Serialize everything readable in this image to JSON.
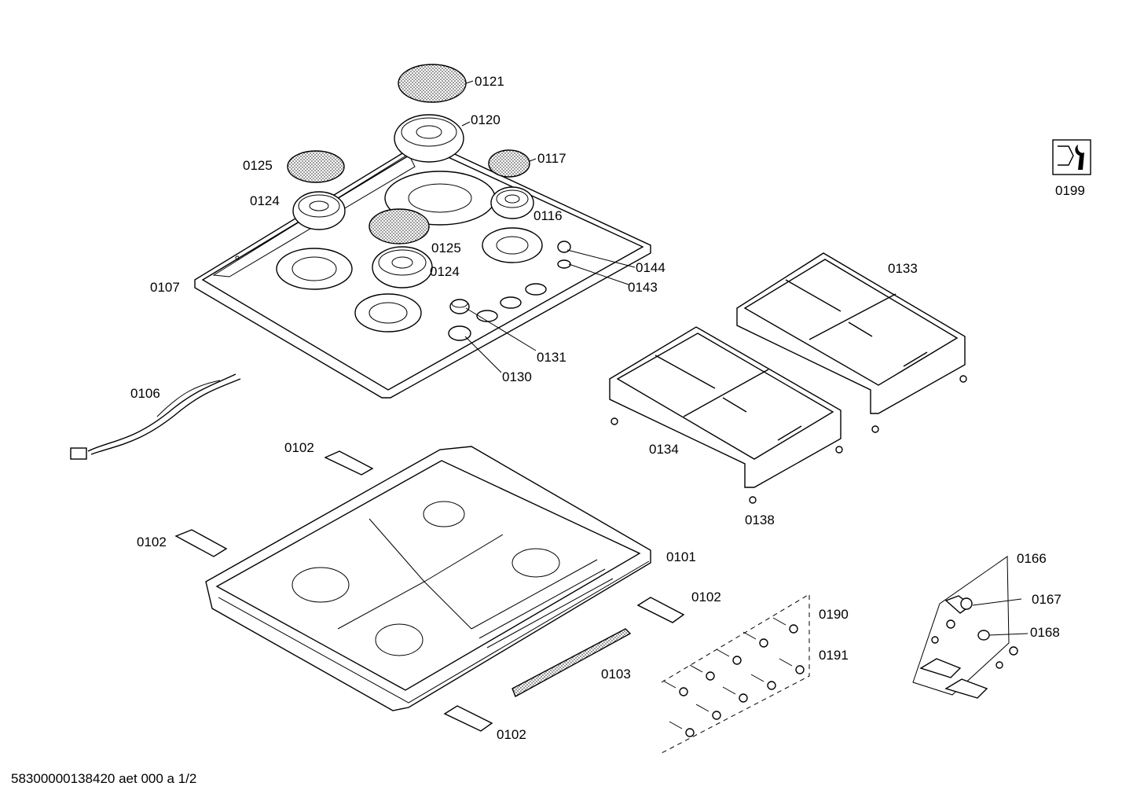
{
  "parts": [
    {
      "id": "label-0121",
      "text": "0121"
    },
    {
      "id": "label-0120",
      "text": "0120"
    },
    {
      "id": "label-0125a",
      "text": "0125"
    },
    {
      "id": "label-0117",
      "text": "0117"
    },
    {
      "id": "label-0124a",
      "text": "0124"
    },
    {
      "id": "label-0116",
      "text": "0116"
    },
    {
      "id": "label-0125b",
      "text": "0125"
    },
    {
      "id": "label-0144",
      "text": "0144"
    },
    {
      "id": "label-0124b",
      "text": "0124"
    },
    {
      "id": "label-0143",
      "text": "0143"
    },
    {
      "id": "label-0107",
      "text": "0107"
    },
    {
      "id": "label-0131",
      "text": "0131"
    },
    {
      "id": "label-0130",
      "text": "0130"
    },
    {
      "id": "label-0133",
      "text": "0133"
    },
    {
      "id": "label-0134",
      "text": "0134"
    },
    {
      "id": "label-0138",
      "text": "0138"
    },
    {
      "id": "label-0106",
      "text": "0106"
    },
    {
      "id": "label-0102a",
      "text": "0102"
    },
    {
      "id": "label-0102b",
      "text": "0102"
    },
    {
      "id": "label-0101",
      "text": "0101"
    },
    {
      "id": "label-0102c",
      "text": "0102"
    },
    {
      "id": "label-0103",
      "text": "0103"
    },
    {
      "id": "label-0102d",
      "text": "0102"
    },
    {
      "id": "label-0190",
      "text": "0190"
    },
    {
      "id": "label-0191",
      "text": "0191"
    },
    {
      "id": "label-0166",
      "text": "0166"
    },
    {
      "id": "label-0167",
      "text": "0167"
    },
    {
      "id": "label-0168",
      "text": "0168"
    },
    {
      "id": "label-0199",
      "text": "0199"
    }
  ],
  "footer": "58300000138420 aet 000 a 1/2",
  "icons": {
    "service": "wrench-nut-icon"
  }
}
